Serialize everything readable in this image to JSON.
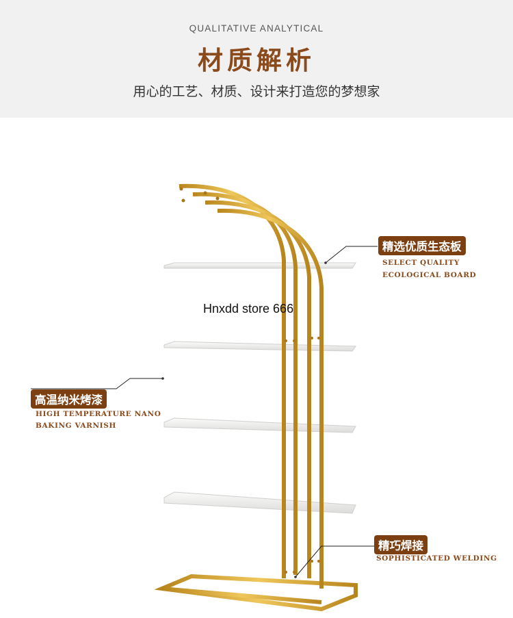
{
  "header": {
    "eyebrow": "QUALITATIVE ANALYTICAL",
    "title": "材质解析",
    "subtitle": "用心的工艺、材质、设计来打造您的梦想家"
  },
  "callouts": {
    "board": {
      "cn": "精选优质生态板",
      "en_line1": "SELECT QUALITY",
      "en_line2": "ECOLOGICAL BOARD"
    },
    "varnish": {
      "cn": "高温纳米烤漆",
      "en_line1": "HIGH TEMPERATURE NANO",
      "en_line2": "BAKING VARNISH"
    },
    "welding": {
      "cn": "精巧焊接",
      "en_line1": "SOPHISTICATED WELDING"
    }
  },
  "watermark": "Hnxdd store 666",
  "colors": {
    "gold": "#d4a22e",
    "gold_dark": "#b9841c",
    "badge": "#7b3f12",
    "shelf": "#f4f4f2"
  },
  "icons": {
    "product": "gold-arched-shelf-illustration"
  }
}
